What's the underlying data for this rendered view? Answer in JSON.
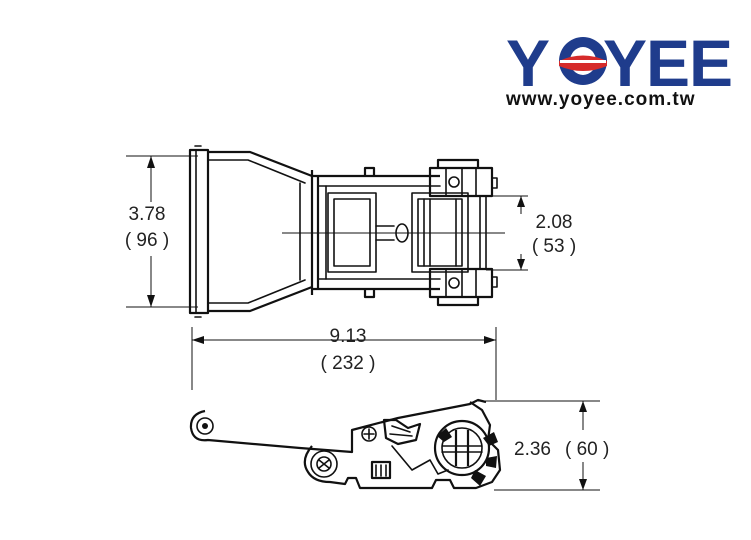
{
  "brand": {
    "name": "YOYEE",
    "name_parts": [
      "Y",
      "O",
      "YEE"
    ],
    "website": "www.yoyee.com.tw",
    "color_blue": "#1f3c8c",
    "color_red": "#d62b2b"
  },
  "dimensions": {
    "overall_width": {
      "inches": "3.78",
      "mm": "( 96 )"
    },
    "opening_width": {
      "inches": "2.08",
      "mm": "( 53 )"
    },
    "overall_length": {
      "inches": "9.13",
      "mm": "( 232 )"
    },
    "height": {
      "inches": "2.36",
      "mm": "( 60 )"
    }
  }
}
